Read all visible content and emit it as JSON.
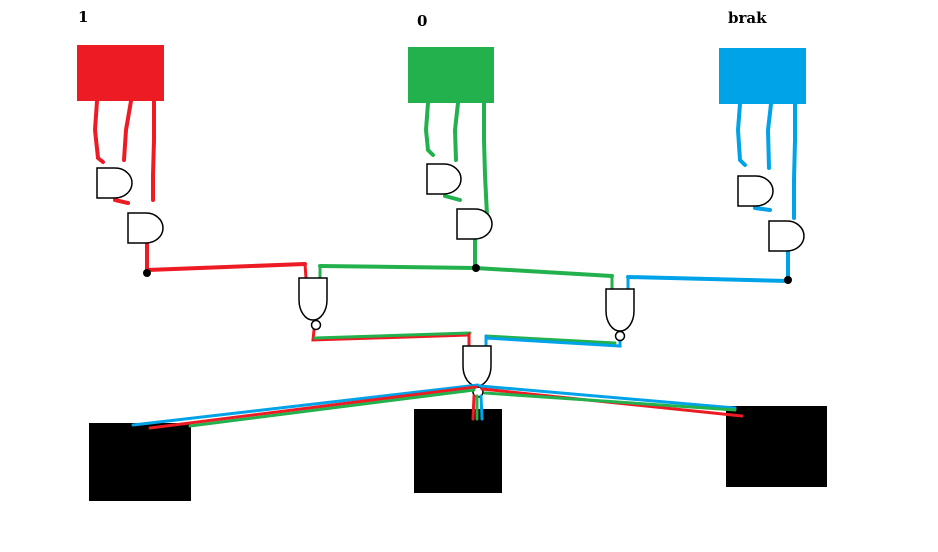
{
  "labels": {
    "input_red": "1",
    "input_green": "0",
    "input_blue": "brak"
  },
  "colors": {
    "red": "#ed1c24",
    "green": "#22b14c",
    "blue": "#00a2e8",
    "black": "#000000",
    "background": "#ffffff"
  },
  "components": {
    "inputs": [
      "red-input-block",
      "green-input-block",
      "blue-input-block"
    ],
    "outputs": [
      "left-output-block",
      "middle-output-block",
      "right-output-block"
    ],
    "gate_type": "AND / NAND"
  }
}
